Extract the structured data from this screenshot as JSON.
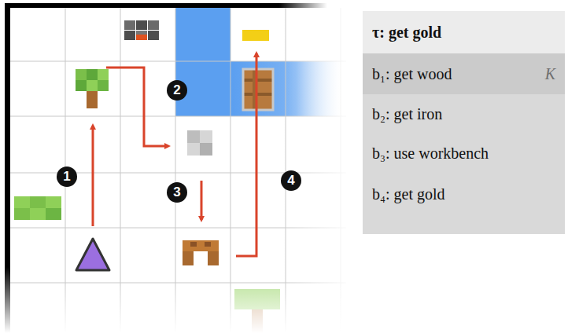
{
  "diagram": {
    "nodes": [
      {
        "text": [
          "τ: get gold"
        ]
      },
      {
        "text": [
          "b₁: get wood",
          "K"
        ]
      },
      {
        "text": [
          "b₂: get iron"
        ]
      },
      {
        "text": [
          "b₃: use workbench"
        ]
      },
      {
        "text": [
          "b₄: get gold"
        ]
      }
    ],
    "labels": [
      "1",
      "2",
      "3",
      "4"
    ]
  }
}
